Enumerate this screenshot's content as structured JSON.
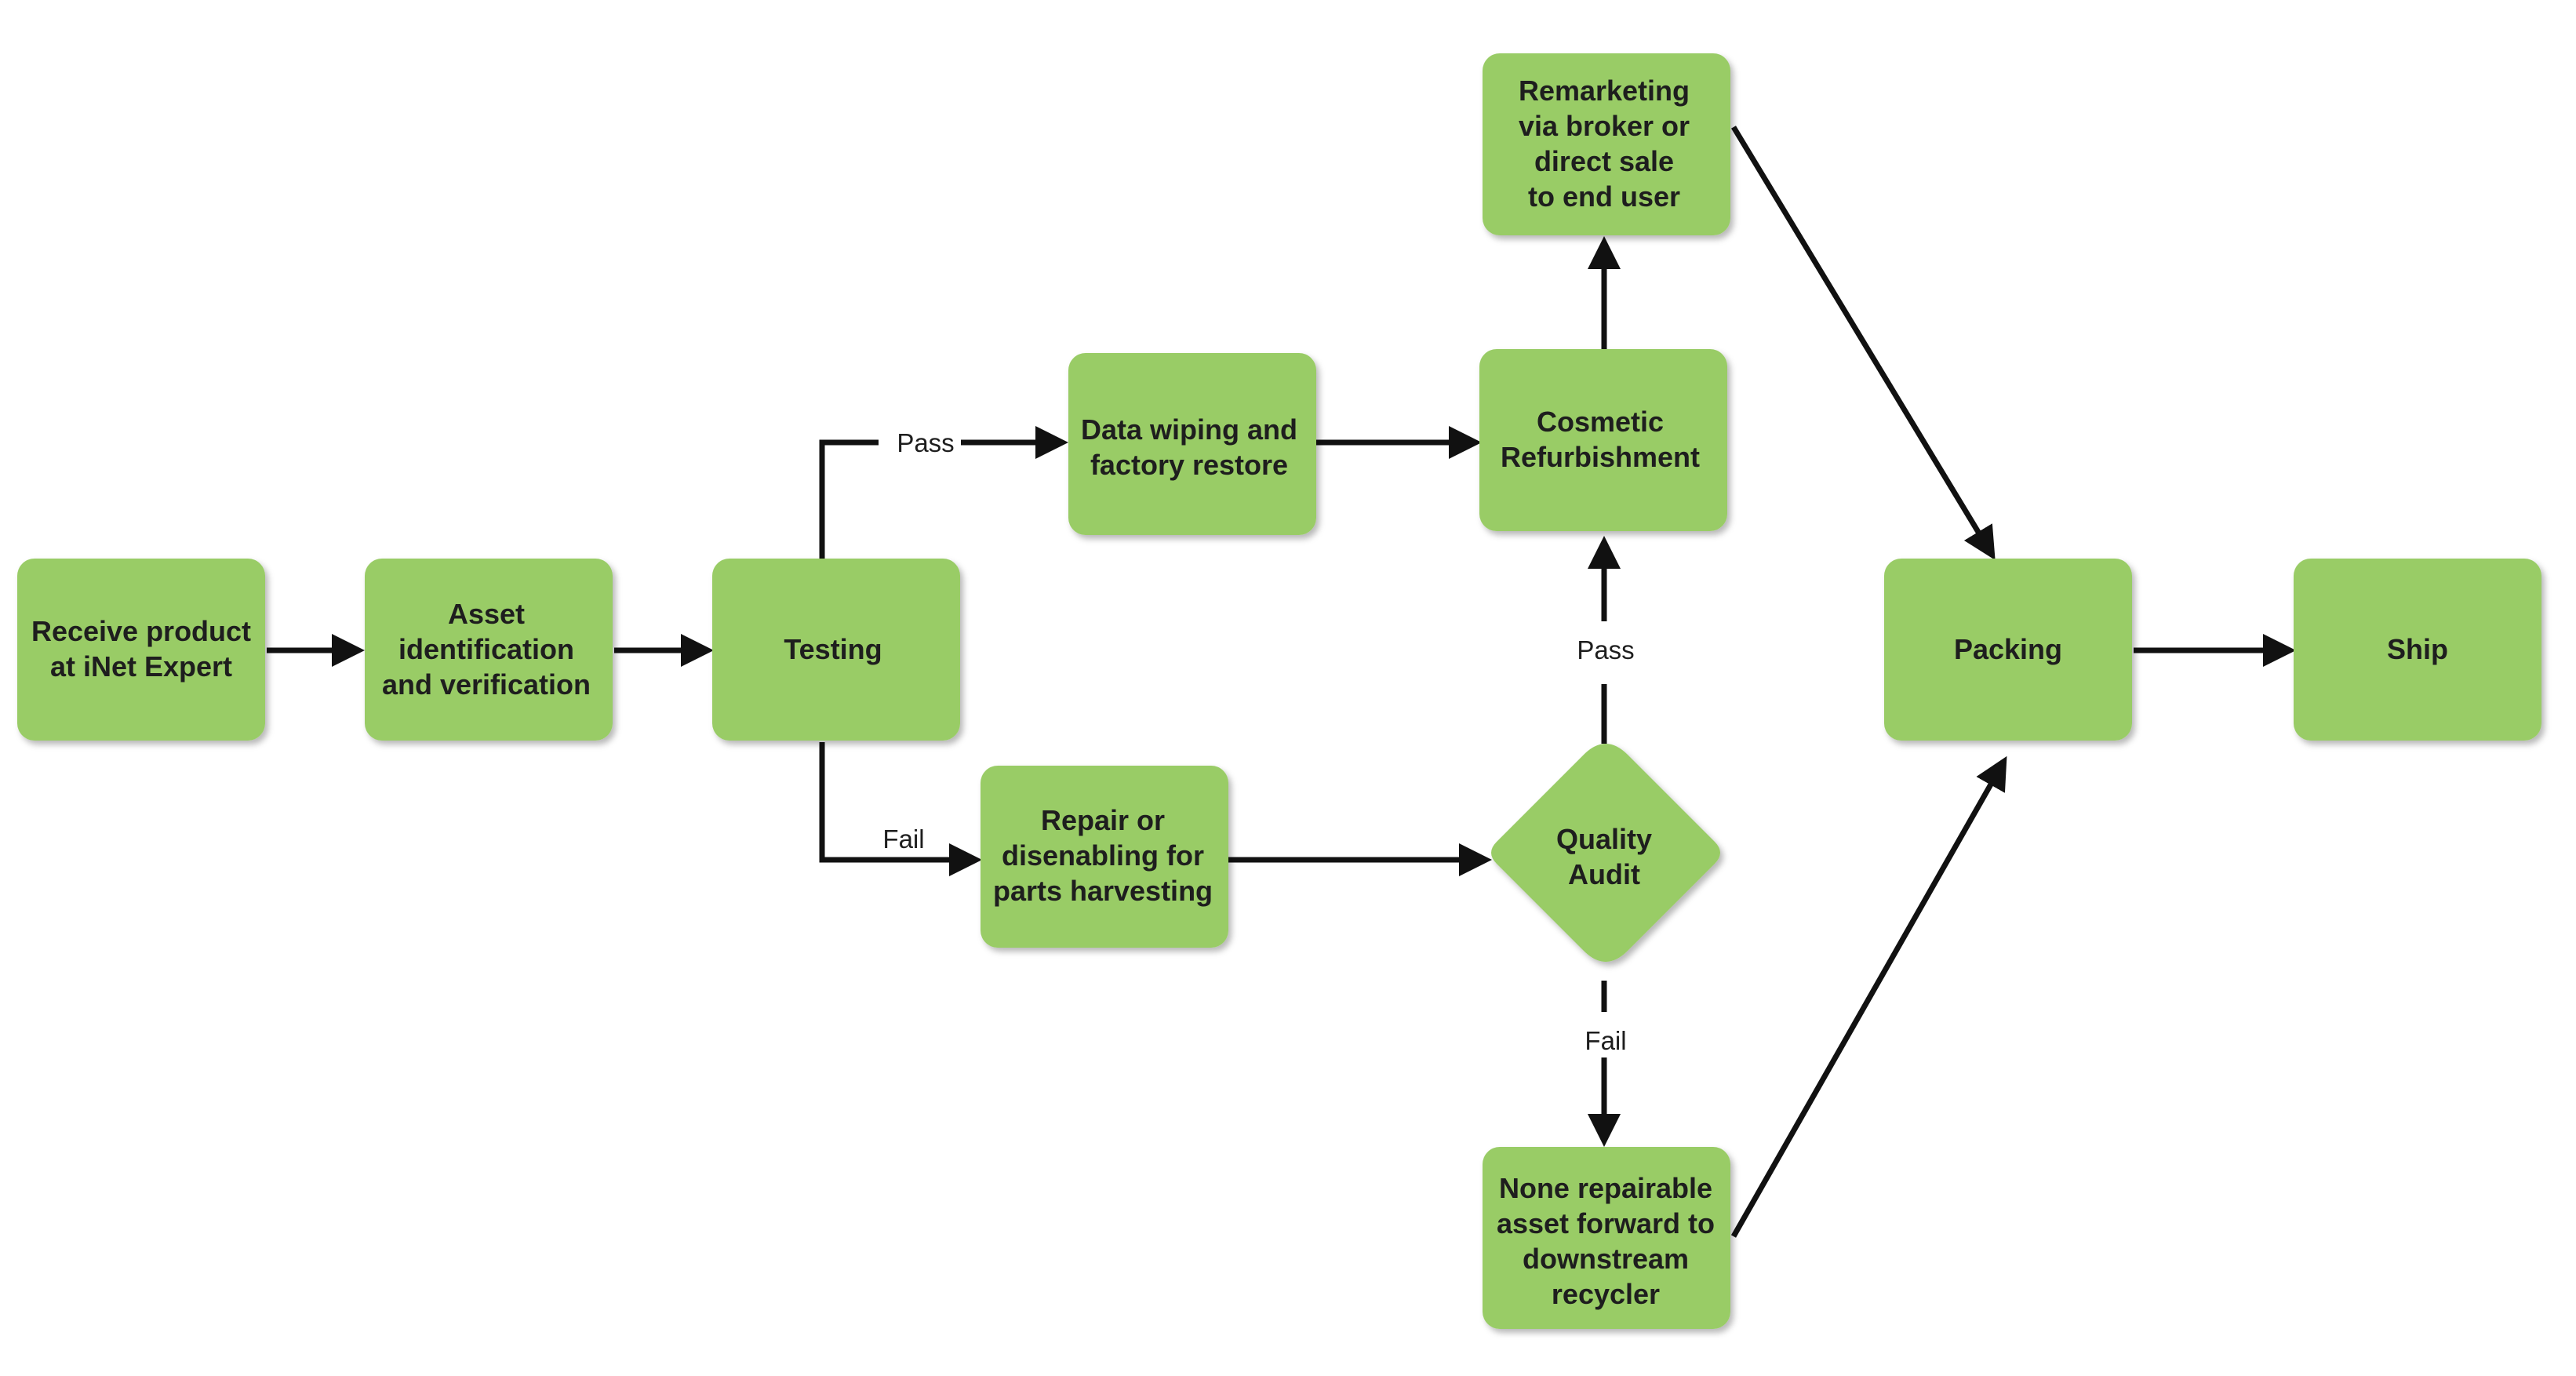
{
  "colors": {
    "node_fill": "#99cc66",
    "text": "#1e1e1e",
    "edge": "#111111"
  },
  "nodes": {
    "receive": {
      "lines": [
        "Receive product",
        "at iNet Expert"
      ]
    },
    "asset": {
      "lines": [
        "Asset",
        "identification",
        "and verification"
      ]
    },
    "testing": {
      "lines": [
        "Testing"
      ]
    },
    "datawipe": {
      "lines": [
        "Data wiping and",
        "factory restore"
      ]
    },
    "cosmetic": {
      "lines": [
        "Cosmetic",
        "Refurbishment"
      ]
    },
    "remarketing": {
      "lines": [
        "Remarketing",
        "via broker or",
        "direct sale",
        "to end user"
      ]
    },
    "repair": {
      "lines": [
        "Repair or",
        "disenabling for",
        "parts harvesting"
      ]
    },
    "audit": {
      "lines": [
        "Quality",
        "Audit"
      ]
    },
    "nonrepair": {
      "lines": [
        "None repairable",
        "asset  forward to",
        "downstream",
        "recycler"
      ]
    },
    "packing": {
      "lines": [
        "Packing"
      ]
    },
    "ship": {
      "lines": [
        "Ship"
      ]
    }
  },
  "edge_labels": {
    "testing_pass": "Pass",
    "testing_fail": "Fail",
    "audit_pass": "Pass",
    "audit_fail": "Fail"
  }
}
